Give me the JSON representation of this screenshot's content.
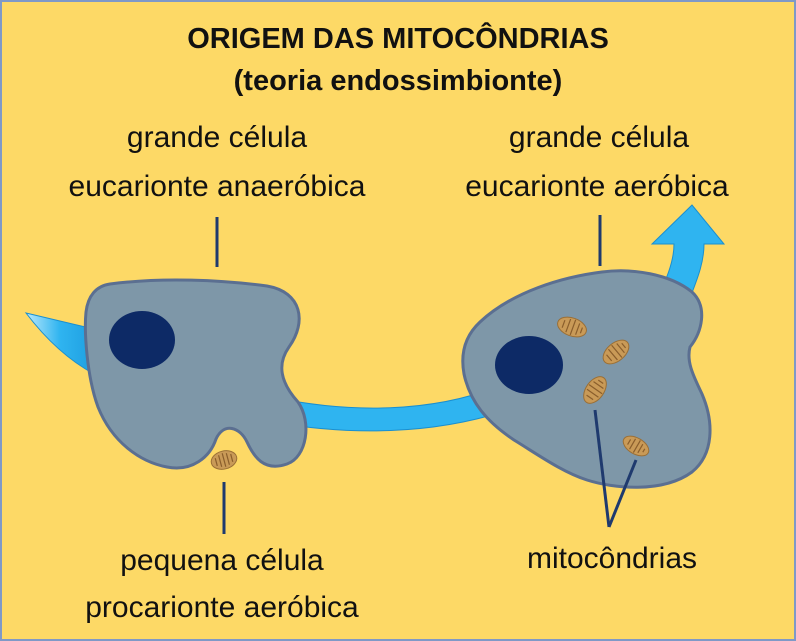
{
  "title": {
    "line1": "ORIGEM DAS MITOCÔNDRIAS",
    "line2": "(teoria endossimbionte)"
  },
  "labels": {
    "left_cell": {
      "line1": "grande célula",
      "line2": "eucarionte anaeróbica"
    },
    "right_cell": {
      "line1": "grande célula",
      "line2": "eucarionte aeróbica"
    },
    "small_cell": {
      "line1": "pequena célula",
      "line2": "procarionte aeróbica"
    },
    "mitochondria": "mitocôndrias"
  },
  "colors": {
    "background": "#fdd966",
    "cell_fill": "#7e97a8",
    "cell_stroke": "#5b6f91",
    "nucleus": "#0d2a66",
    "arrow": "#2fb4f0",
    "mitochondria": "#c99a57",
    "pointer_lines": "#1f3a6e"
  }
}
